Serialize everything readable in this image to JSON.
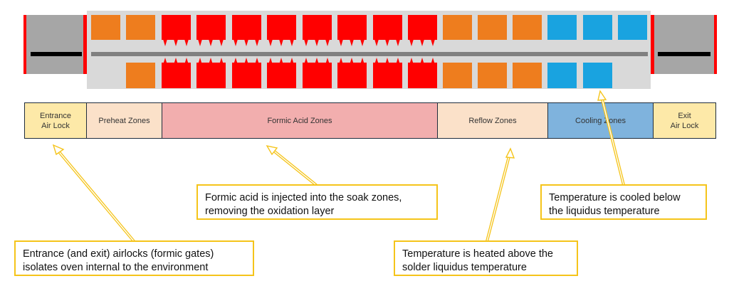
{
  "colors": {
    "airlock_gray": "#a6a6a6",
    "chamber_gray": "#d9d9d9",
    "conveyor_gray": "#808080",
    "preheat_orange": "#ee7d1e",
    "formic_red": "#ff0000",
    "cooling_blue": "#19a3e0",
    "edge_red": "#ff0000",
    "zone_airlock": "#fde9a8",
    "zone_preheat": "#fbe1c9",
    "zone_formic": "#f2aeae",
    "zone_reflow": "#fbe1c9",
    "zone_cooling": "#7fb3dd",
    "callout_border": "#f5c41a",
    "connector": "#f5c41a"
  },
  "zones": [
    {
      "id": "entrance",
      "label": "Entrance\nAir Lock"
    },
    {
      "id": "preheat",
      "label": "Preheat Zones"
    },
    {
      "id": "formic",
      "label": "Formic Acid Zones"
    },
    {
      "id": "reflow",
      "label": "Reflow Zones"
    },
    {
      "id": "cooling",
      "label": "Cooling Zones"
    },
    {
      "id": "exit",
      "label": "Exit\nAir Lock"
    }
  ],
  "callouts": {
    "formic": {
      "line1": "Formic acid is injected into the soak zones,",
      "line2": "removing the oxidation layer"
    },
    "cooling": {
      "line1": "Temperature is cooled below",
      "line2": "the liquidus temperature"
    },
    "airlock": {
      "line1": "Entrance (and exit) airlocks (formic gates)",
      "line2": "isolates oven internal to the environment"
    },
    "reflow": {
      "line1": "Temperature is heated above the",
      "line2": "solder liquidus temperature"
    }
  }
}
